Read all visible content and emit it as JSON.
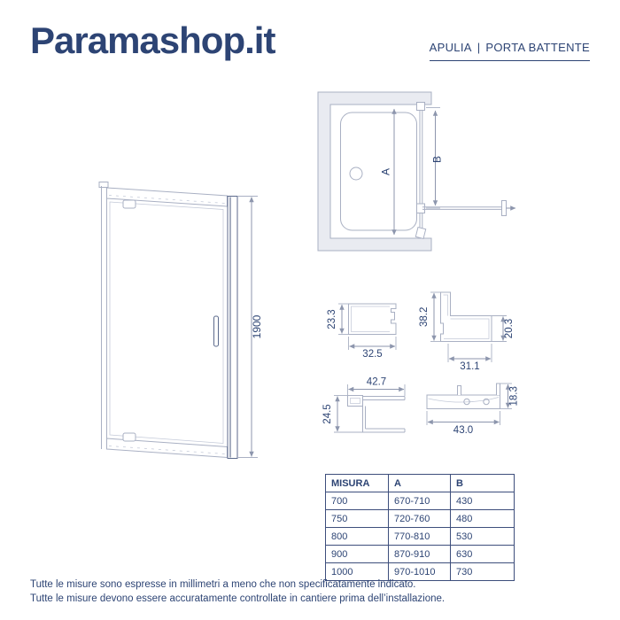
{
  "header": {
    "logo": "Paramashop.it",
    "series": "APULIA",
    "separator": "|",
    "product": "PORTA BATTENTE"
  },
  "drawings": {
    "front_view": {
      "height": "1900"
    },
    "top_view": {
      "dim_a": "A",
      "dim_b": "B"
    },
    "profiles": {
      "p1": {
        "height": "23.3",
        "width": "32.5"
      },
      "p2": {
        "height": "38.2",
        "height_right": "20.3",
        "width": "31.1"
      },
      "p3": {
        "width": "42.7",
        "height": "24.5"
      },
      "p4": {
        "width": "43.0",
        "height": "18.3"
      }
    }
  },
  "table": {
    "headers": [
      "MISURA",
      "A",
      "B"
    ],
    "rows": [
      [
        "700",
        "670-710",
        "430"
      ],
      [
        "750",
        "720-760",
        "480"
      ],
      [
        "800",
        "770-810",
        "530"
      ],
      [
        "900",
        "870-910",
        "630"
      ],
      [
        "1000",
        "970-1010",
        "730"
      ]
    ]
  },
  "footer": {
    "line1": "Tutte le misure sono espresse in millimetri a meno che non specificatamente indicato.",
    "line2": "Tutte le misure devono essere accuratamente controllate in cantiere prima dell’installazione."
  },
  "colors": {
    "navy": "#2d4474",
    "line": "#a9b0c3",
    "line_dark": "#5c6a8c",
    "wall_fill": "#e9ebf1"
  }
}
